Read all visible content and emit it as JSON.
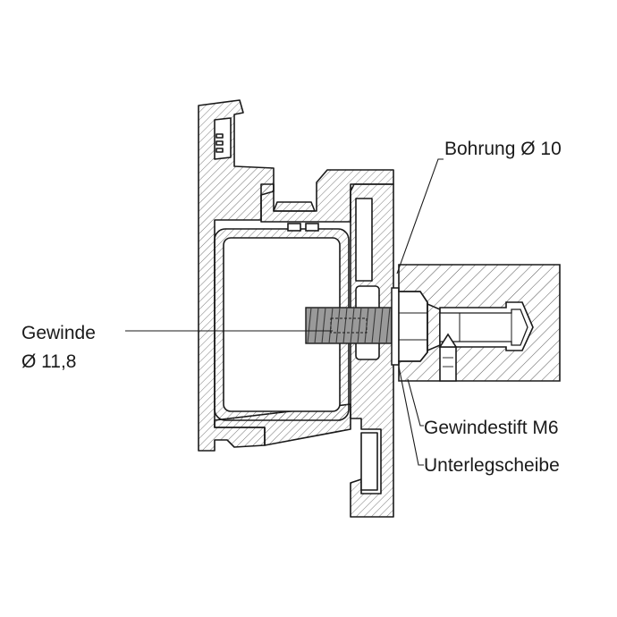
{
  "labels": {
    "bohrung": "Bohrung Ø 10",
    "gewinde_line1": "Gewinde",
    "gewinde_line2": "Ø 11,8",
    "gewindestift": "Gewindestift M6",
    "unterlegscheibe": "Unterlegscheibe"
  },
  "colors": {
    "line": "#1a1a1a",
    "fill": "#ffffff",
    "thread": "#8a8a8a",
    "hatch": "#555555"
  }
}
